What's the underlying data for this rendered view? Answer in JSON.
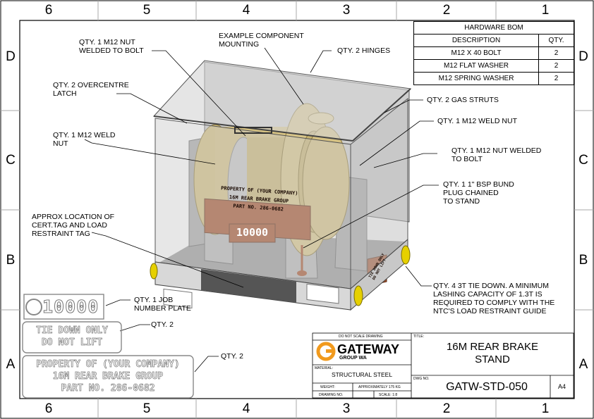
{
  "zones": {
    "columns": [
      "6",
      "5",
      "4",
      "3",
      "2",
      "1"
    ],
    "rows": [
      "D",
      "C",
      "B",
      "A"
    ]
  },
  "bom": {
    "title": "HARDWARE BOM",
    "headers": [
      "DESCRIPTION",
      "QTY."
    ],
    "rows": [
      {
        "desc": "M12 X 40 BOLT",
        "qty": "2"
      },
      {
        "desc": "M12 FLAT WASHER",
        "qty": "2"
      },
      {
        "desc": "M12 SPRING WASHER",
        "qty": "2"
      }
    ]
  },
  "callouts": {
    "nut_welded_left": "QTY. 1 M12 NUT\nWELDED TO BOLT",
    "example_component": "EXAMPLE COMPONENT\nMOUNTING",
    "hinges": "QTY. 2 HINGES",
    "overcentre_latch": "QTY. 2 OVERCENTRE\nLATCH",
    "gas_struts": "QTY. 2 GAS STRUTS",
    "weld_nut_left": "QTY. 1 M12 WELD\nNUT",
    "weld_nut_right": "QTY. 1 M12 WELD NUT",
    "nut_welded_right": "QTY. 1 M12 NUT WELDED\nTO BOLT",
    "bsp_plug": "QTY. 1 1\" BSP BUND\nPLUG CHAINED\nTO STAND",
    "cert_tag": "APPROX LOCATION OF\nCERT.TAG AND LOAD\nRESTRAINT TAG",
    "tie_down": "QTY. 4 3T TIE DOWN. A MINIMUM\nLASHING CAPACITY OF 1.3T IS\nREQUIRED TO COMPLY WITH THE\nNTC'S LOAD RESTRAINT GUIDE",
    "job_plate": "QTY. 1 JOB\nNUMBER PLATE",
    "qty2_a": "QTY. 2",
    "qty2_b": "QTY. 2"
  },
  "plates": {
    "job_number": "10000",
    "tie_down_sign": "TIE DOWN ONLY\nDO NOT LIFT",
    "property_sign": "PROPERTY OF (YOUR COMPANY)\n16M REAR BRAKE GROUP\nPART NO. 286-0682",
    "stand_plate_text": "PROPERTY OF (YOUR COMPANY)\n16M REAR BRAKE GROUP\nPART NO. 286-0682",
    "stand_job_plate": "10000",
    "side_sign": "TIE DOWN ONLY\nDO NOT LIFT"
  },
  "title_block": {
    "do_not_scale": "DO NOT SCALE DRAWING",
    "title_label": "TITLE:",
    "title": "16M REAR BRAKE\nSTAND",
    "logo_name": "GATEWAY",
    "logo_sub": "GROUP WA",
    "material_label": "MATERIAL:",
    "material": "STRUCTURAL STEEL",
    "dwg_label": "DWG NO.",
    "dwg_no": "GATW-STD-050",
    "size": "A4",
    "weight_label": "WEIGHT:",
    "weight": "APPROXIMATELY 175 KG",
    "drawing_no_label": "DRAWING NO.",
    "scale": "SCALE: 1:8"
  },
  "colors": {
    "brass": "#d6c283",
    "brass_dark": "#b8a35f",
    "copper_plate": "#a5512b",
    "glass": "#bfc0c0",
    "yellow_wheel": "#e6d000",
    "logo_orange": "#f19a1d"
  }
}
